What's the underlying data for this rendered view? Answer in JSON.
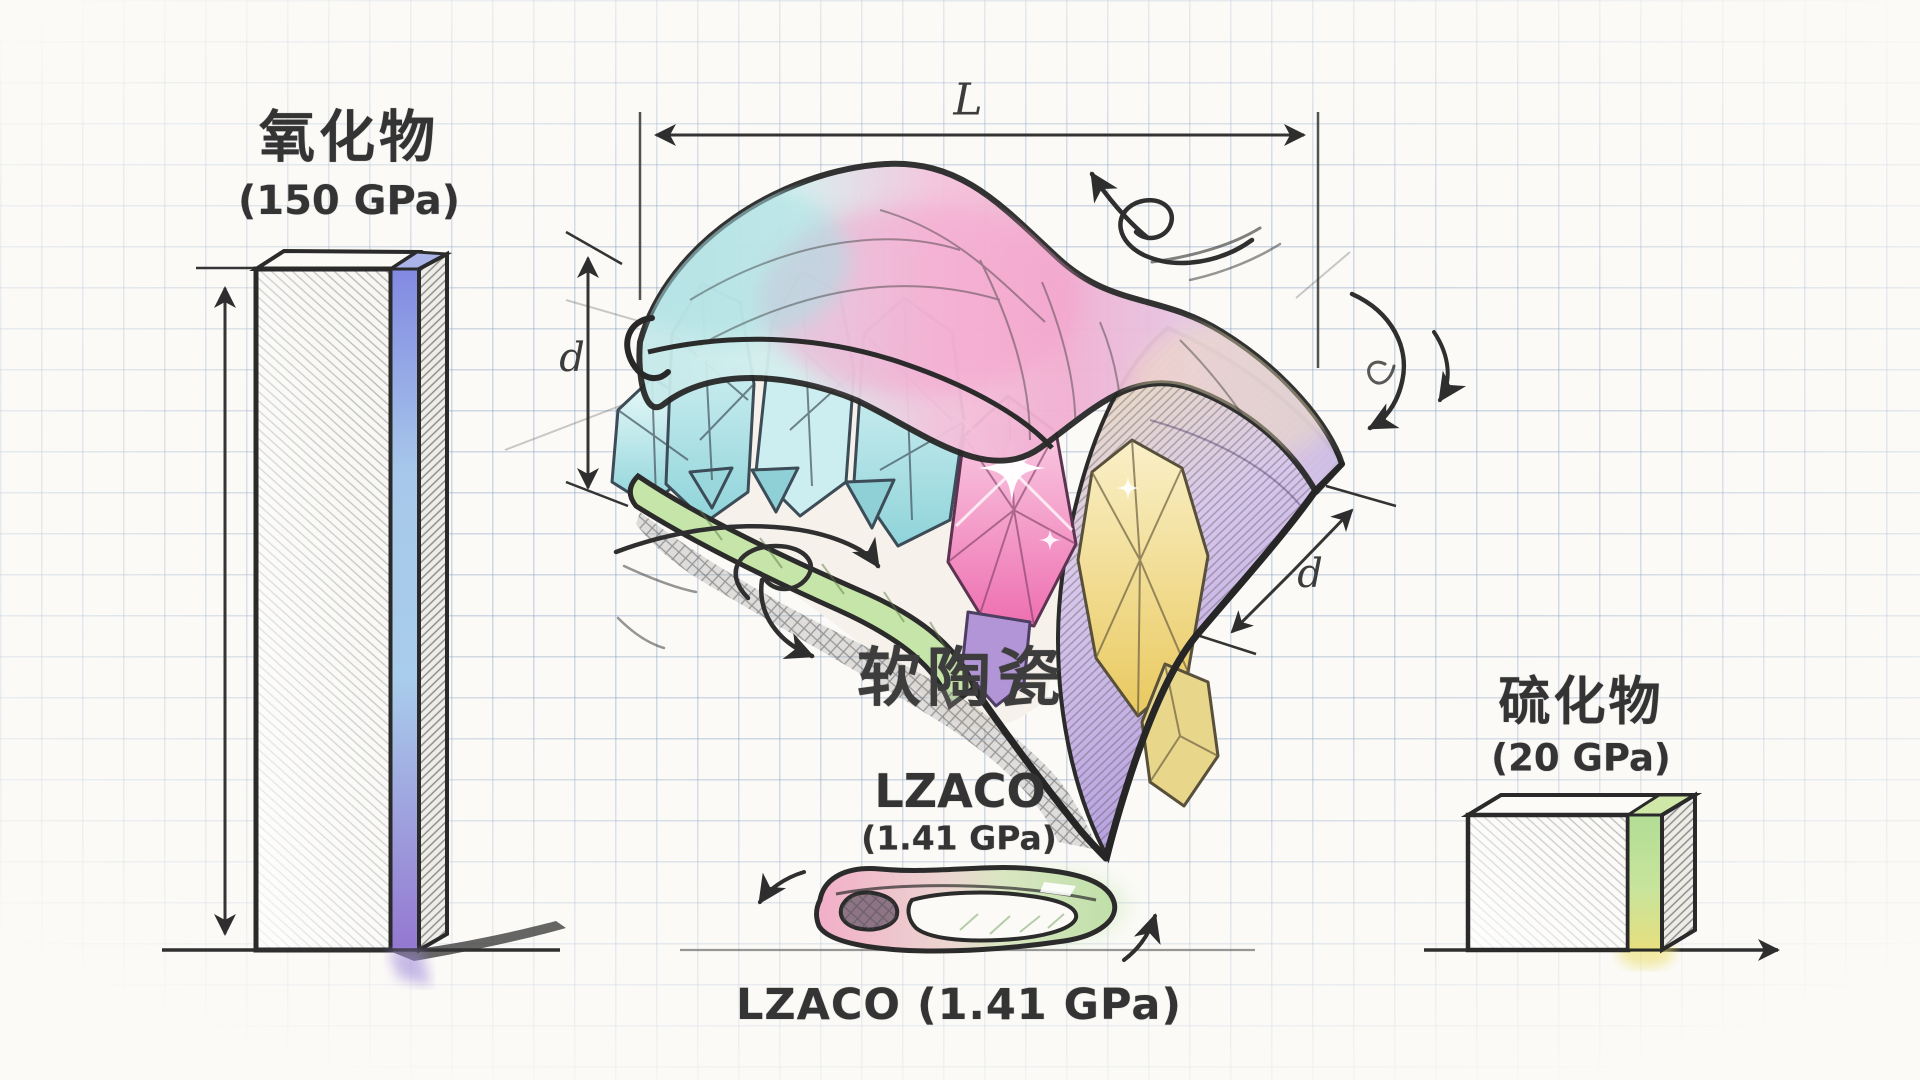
{
  "oxide": {
    "label": "氧化物",
    "modulus": "(150 GPa)"
  },
  "soft_ceramic": {
    "label": "软陶瓷",
    "dim_length": "L",
    "dim_thickness": "d",
    "dim_depth": "d"
  },
  "lzaco": {
    "label": "LZACO",
    "modulus": "(1.41 GPa)",
    "caption": "LZACO (1.41 GPa)"
  },
  "sulfide": {
    "label": "硫化物",
    "modulus": "(20 GPa)"
  },
  "style": {
    "paper": "#fbfaf7",
    "grid_line": "#7a96bc",
    "ink": "#2e2e2e",
    "crystal_aqua": "#9fdce0",
    "crystal_pink": "#f07ab8",
    "crystal_yellow": "#eed27a",
    "end_face_purple": "#b8a0e0",
    "bottom_lip_green": "#c6e5a8",
    "oxide_stripe_top": "#8289e2",
    "oxide_stripe_mid": "#a9cdec",
    "oxide_stripe_bottom": "#9477d0",
    "sulfide_stripe_green": "#b2dd95",
    "sulfide_stripe_yellow": "#e6df7e",
    "lzaco_strip_pink": "#f2aec8",
    "lzaco_strip_green": "#bfe0a8"
  }
}
